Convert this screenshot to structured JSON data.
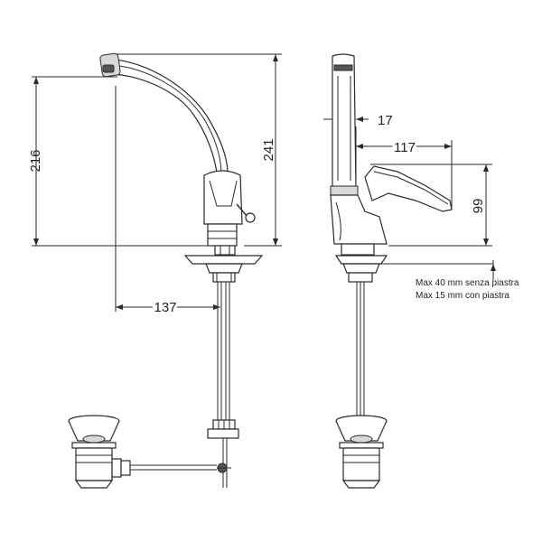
{
  "dimensions": {
    "front_height_216": "216",
    "front_height_241": "241",
    "front_reach_137": "137",
    "side_offset_17": "17",
    "side_reach_117": "117",
    "side_height_99": "99"
  },
  "notes": {
    "line1": "Max 40 mm senza piastra",
    "line2": "Max 15 mm con piastra"
  },
  "colors": {
    "stroke": "#2a2a2a",
    "fill_light": "#d8d8d8",
    "background": "#ffffff"
  }
}
